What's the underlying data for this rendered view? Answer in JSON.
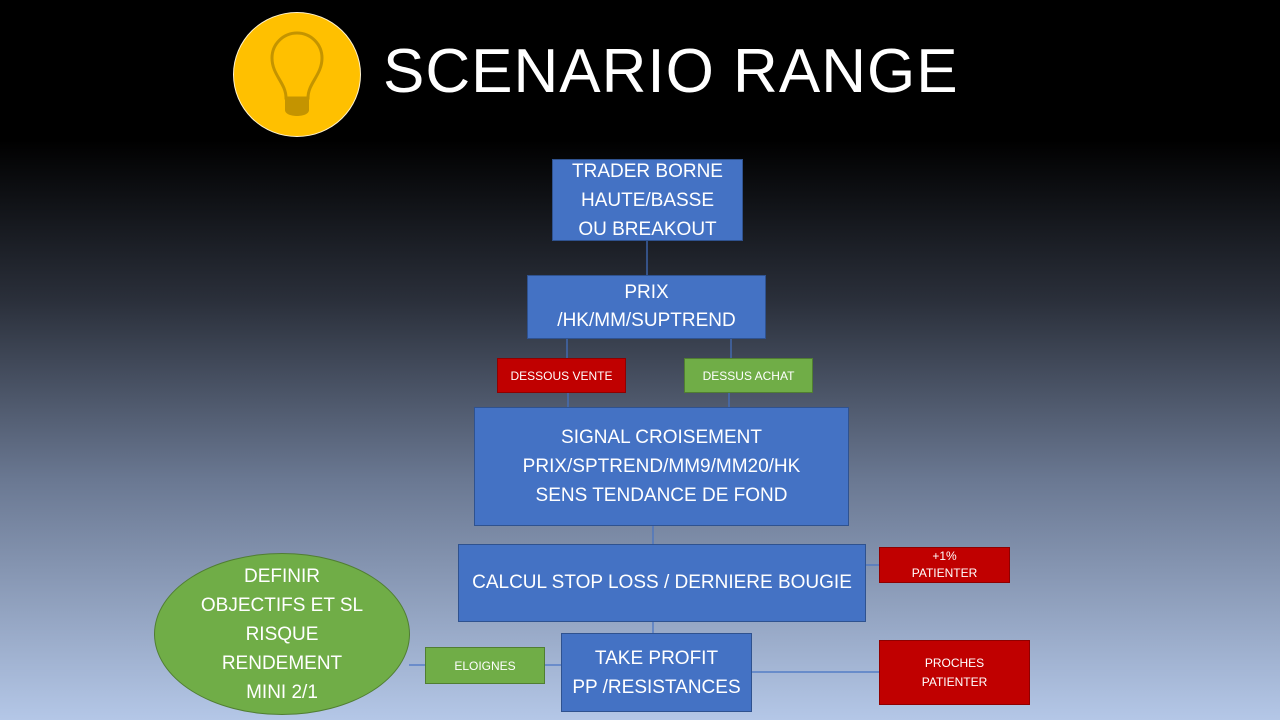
{
  "title": "SCENARIO RANGE",
  "icon": "lightbulb-icon",
  "colors": {
    "blue": "#4472c4",
    "red": "#c00000",
    "green": "#70ad47",
    "logo": "#ffc000"
  },
  "nodes": {
    "trader": [
      "TRADER BORNE",
      "HAUTE/BASSE",
      "OU BREAKOUT"
    ],
    "prix": [
      "PRIX",
      "/HK/MM/SUPTREND"
    ],
    "dessous": "DESSOUS VENTE",
    "dessus": "DESSUS ACHAT",
    "signal": [
      "SIGNAL CROISEMENT",
      "PRIX/SPTREND/MM9/MM20/HK",
      "SENS TENDANCE DE FOND"
    ],
    "calcul": "CALCUL STOP LOSS / DERNIERE BOUGIE",
    "patienter1": [
      "+1%",
      "PATIENTER"
    ],
    "take_profit": [
      "TAKE PROFIT",
      "PP /RESISTANCES"
    ],
    "eloignes": "ELOIGNES",
    "proches": [
      "PROCHES",
      "PATIENTER"
    ],
    "definir": [
      "DEFINIR",
      "OBJECTIFS ET SL",
      "RISQUE",
      "RENDEMENT",
      "MINI 2/1"
    ]
  }
}
